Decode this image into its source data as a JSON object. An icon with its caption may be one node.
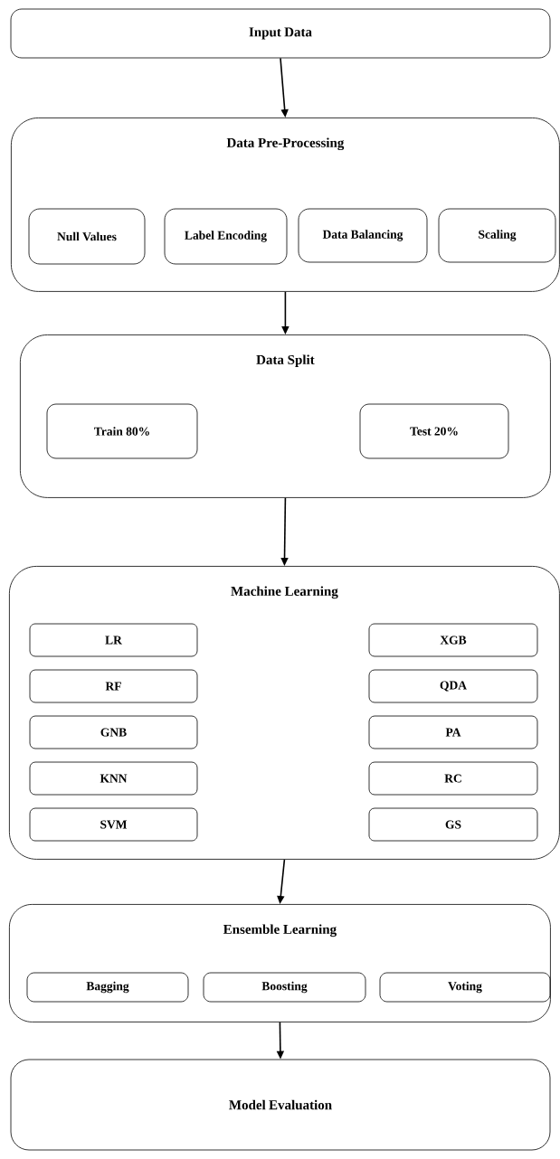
{
  "diagram": {
    "nodes": [
      {
        "text": [
          "Input Data"
        ]
      },
      {
        "text": [
          "Data Pre-Processing"
        ]
      },
      {
        "text": [
          "Null Values"
        ],
        "in": 1
      },
      {
        "text": [
          "Label Encoding"
        ],
        "in": 1
      },
      {
        "text": [
          "Data Balancing"
        ],
        "in": 1
      },
      {
        "text": [
          "Scaling"
        ],
        "in": 1
      },
      {
        "text": [
          "Data Split"
        ]
      },
      {
        "text": [
          "Train 80%"
        ],
        "in": 6
      },
      {
        "text": [
          "Test 20%"
        ],
        "in": 6
      },
      {
        "text": [
          "Machine Learning"
        ]
      },
      {
        "text": [
          "LR"
        ],
        "in": 9
      },
      {
        "text": [
          "XGB"
        ],
        "in": 9
      },
      {
        "text": [
          "RF"
        ],
        "in": 9
      },
      {
        "text": [
          "QDA"
        ],
        "in": 9
      },
      {
        "text": [
          "GNB"
        ],
        "in": 9
      },
      {
        "text": [
          "PA"
        ],
        "in": 9
      },
      {
        "text": [
          "KNN"
        ],
        "in": 9
      },
      {
        "text": [
          "RC"
        ],
        "in": 9
      },
      {
        "text": [
          "SVM"
        ],
        "in": 9
      },
      {
        "text": [
          "GS"
        ],
        "in": 9
      },
      {
        "text": [
          "Ensemble Learning"
        ]
      },
      {
        "text": [
          "Bagging"
        ],
        "in": 20
      },
      {
        "text": [
          "Boosting"
        ],
        "in": 20
      },
      {
        "text": [
          "Voting"
        ],
        "in": 20
      },
      {
        "text": [
          "Model Evaluation"
        ]
      }
    ],
    "edges": [
      {
        "from": 0,
        "to": 1,
        "arrow": "to"
      },
      {
        "from": 1,
        "to": 6,
        "arrow": "to"
      },
      {
        "from": 6,
        "to": 9,
        "arrow": "to"
      },
      {
        "from": 9,
        "to": 20,
        "arrow": "to"
      },
      {
        "from": 20,
        "to": 24,
        "arrow": "to"
      }
    ]
  }
}
